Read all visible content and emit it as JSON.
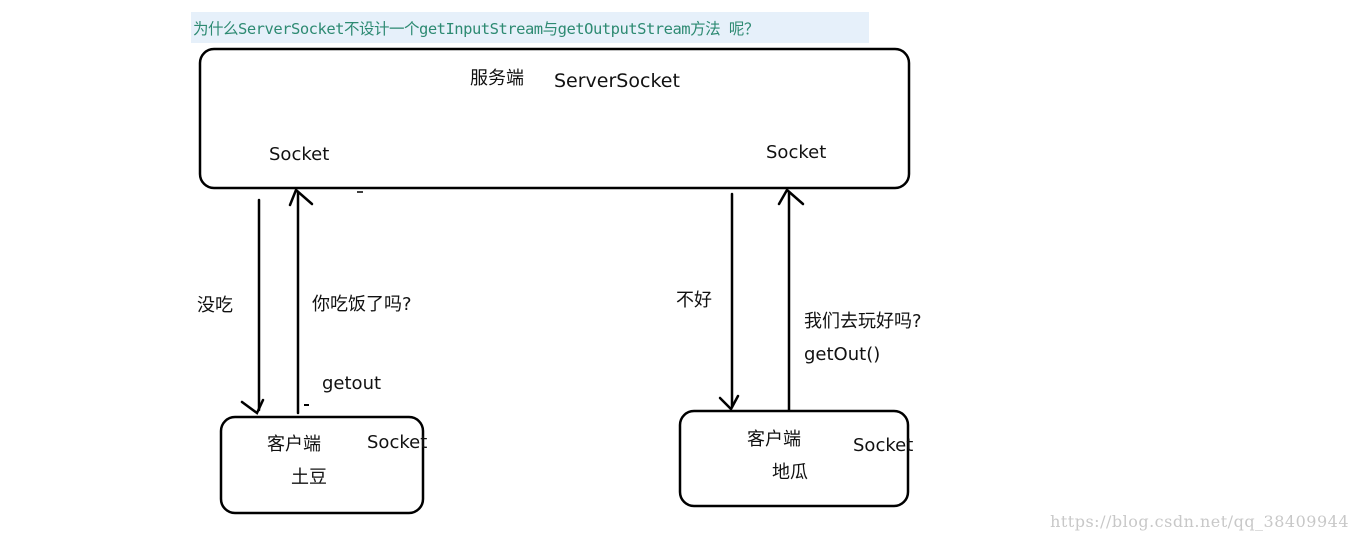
{
  "question": "为什么ServerSocket不设计一个getInputStream与getOutputStream方法 呢？",
  "server": {
    "title": "服务端",
    "class_name": "ServerSocket",
    "socket_left": "Socket",
    "socket_right": "Socket"
  },
  "client_left": {
    "role": "客户端",
    "name": "土豆",
    "socket": "Socket"
  },
  "client_right": {
    "role": "客户端",
    "name": "地瓜",
    "socket": "Socket"
  },
  "arrows": {
    "left_reply": "没吃",
    "left_request": "你吃饭了吗?",
    "left_method": "getout",
    "right_reply": "不好",
    "right_request": "我们去玩好吗?",
    "right_method": "getOut()"
  },
  "watermark": "https://blog.csdn.net/qq_38409944"
}
